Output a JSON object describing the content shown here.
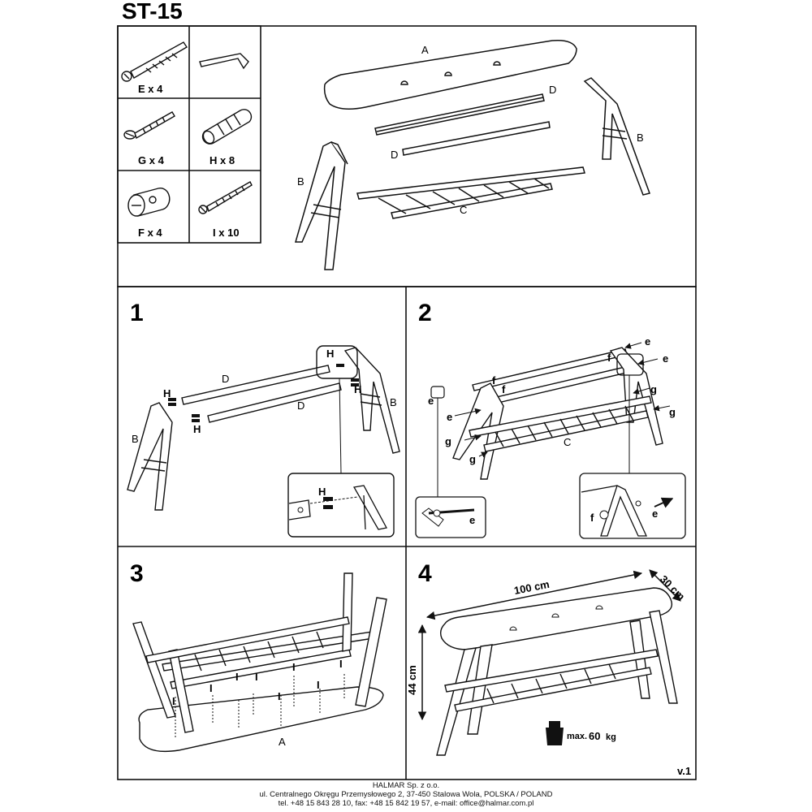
{
  "title": "ST-15",
  "version": "v.1",
  "hardware": [
    {
      "code": "E",
      "qty": "4",
      "icon": "bolt-icon"
    },
    {
      "code": "",
      "qty": "",
      "icon": "allen-key-icon"
    },
    {
      "code": "G",
      "qty": "4",
      "icon": "screw-icon"
    },
    {
      "code": "H",
      "qty": "8",
      "icon": "dowel-icon"
    },
    {
      "code": "F",
      "qty": "4",
      "icon": "barrel-nut-icon"
    },
    {
      "code": "I",
      "qty": "10",
      "icon": "wood-screw-icon"
    }
  ],
  "parts": {
    "a": "A",
    "b": "B",
    "c": "C",
    "d": "D"
  },
  "steps": [
    "1",
    "2",
    "3",
    "4"
  ],
  "hw_labels": {
    "e": "e",
    "f": "f",
    "g": "g",
    "h": "H",
    "i": "I"
  },
  "dimensions": {
    "length": "100 cm",
    "depth": "30 cm",
    "height": "44 cm"
  },
  "max_load": {
    "prefix": "max.",
    "value": "60",
    "unit": "kg"
  },
  "footer": {
    "company": "HALMAR Sp. z o.o.",
    "address": "ul. Centralnego Okręgu Przemysłowego 2, 37-450 Stalowa Wola, POLSKA / POLAND",
    "contact": "tel. +48 15 843 28 10, fax: +48 15 842 19 57, e-mail: office@halmar.com.pl"
  }
}
